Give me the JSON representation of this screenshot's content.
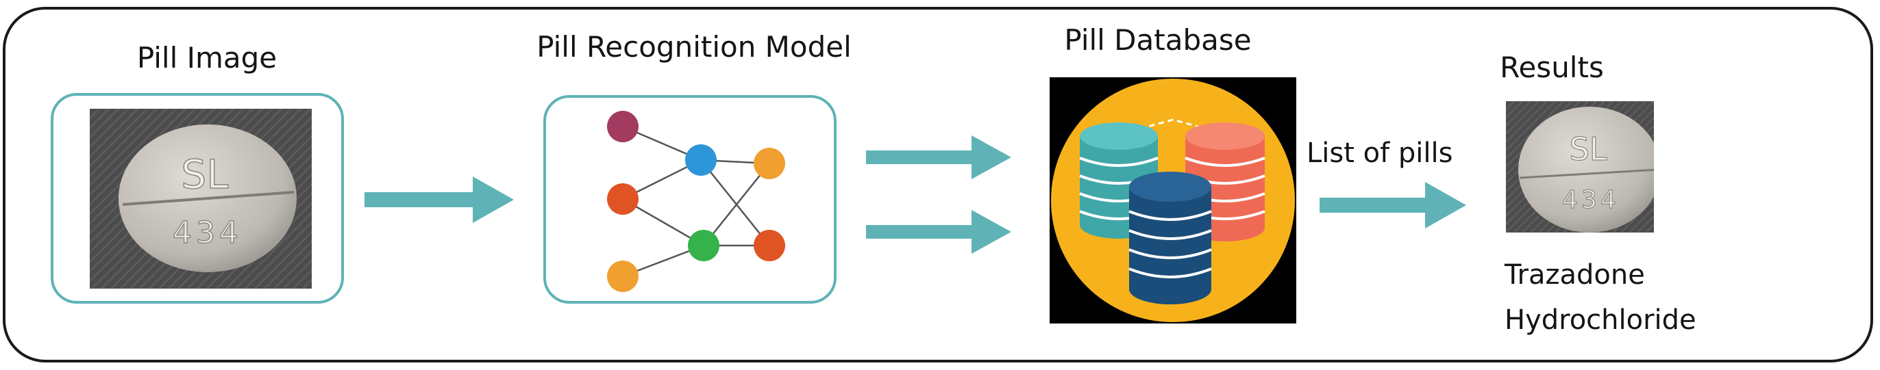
{
  "stages": {
    "pill_image": {
      "title": "Pill Image"
    },
    "model": {
      "title": "Pill Recognition Model"
    },
    "database": {
      "title": "Pill Database"
    },
    "results": {
      "title": "Results",
      "edge_label": "List of pills",
      "drug_line1": "Trazadone",
      "drug_line2": "Hydrochloride"
    }
  },
  "pill": {
    "imprint_top": "SL",
    "imprint_bottom": "434"
  },
  "colors": {
    "teal": "#5fb3b6",
    "db_circle": "#f7b21b",
    "db_teal": "#3fa7a8",
    "db_salmon": "#ef6a55",
    "db_navy": "#1b4d7a",
    "node_purple": "#a33a5f",
    "node_blue": "#2d96d8",
    "node_orange": "#f0a030",
    "node_red": "#e05323",
    "node_green": "#35b34a"
  }
}
